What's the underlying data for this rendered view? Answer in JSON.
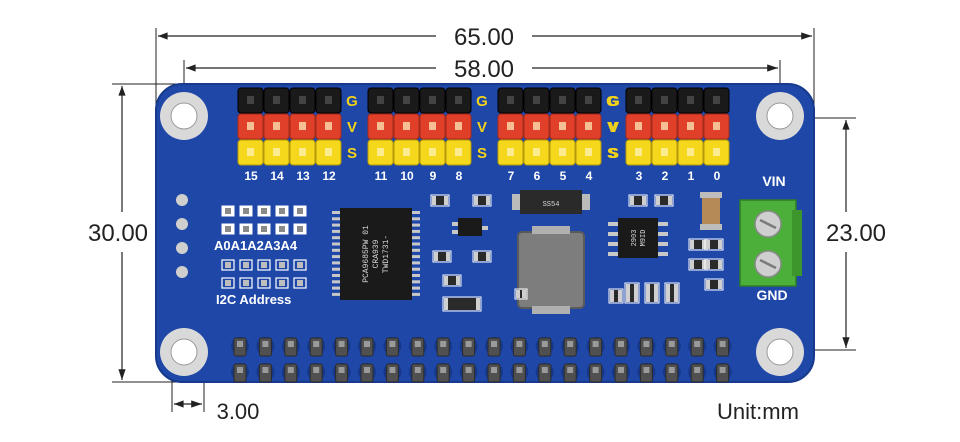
{
  "dimensions": {
    "overall_width": "65.00",
    "hole_spacing_width": "58.00",
    "overall_height": "30.00",
    "hole_spacing_height": "23.00",
    "hole_offset": "3.00",
    "unit": "Unit:mm"
  },
  "board": {
    "color": "#1e47a8",
    "header_groups": [
      {
        "labels": [
          "15",
          "14",
          "13",
          "12"
        ]
      },
      {
        "labels": [
          "11",
          "10",
          "9",
          "8"
        ]
      },
      {
        "labels": [
          "7",
          "6",
          "5",
          "4"
        ]
      },
      {
        "labels": [
          "3",
          "2",
          "1",
          "0"
        ]
      }
    ],
    "row_labels": [
      "G",
      "V",
      "S"
    ],
    "address_labels": "A0A1A2A3A4",
    "i2c_label": "I2C Address",
    "vin_label": "VIN",
    "gnd_label": "GND",
    "main_chip_text": [
      "PCA9685PW 01",
      "CRA939",
      "TWD1731-"
    ],
    "inductor_text": "SS54",
    "side_chip_text": [
      "2903",
      "M9ID"
    ],
    "colors": {
      "black_pin": "#1a1a1a",
      "red_pin": "#e0402a",
      "yellow_pin": "#f5d81b",
      "terminal": "#4caf3a"
    }
  }
}
